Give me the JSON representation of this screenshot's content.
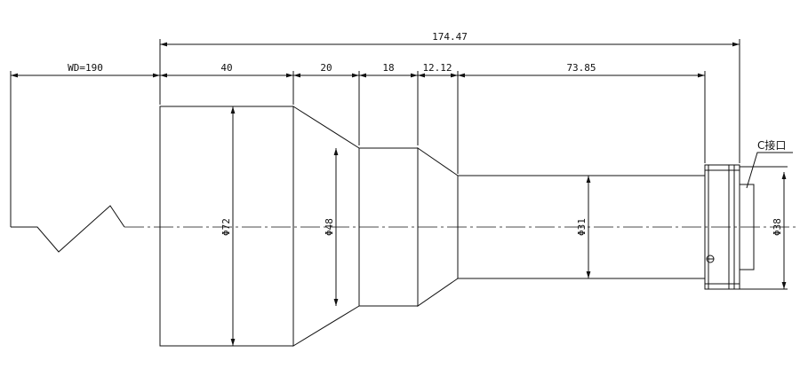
{
  "drawing": {
    "line_color": "#111111",
    "background": "#ffffff"
  },
  "dimensions": {
    "overall": "174.47",
    "working_distance": "WD=190",
    "seg_1": "40",
    "seg_2": "20",
    "seg_3": "18",
    "seg_4": "12.12",
    "seg_5": "73.85"
  },
  "diameters": {
    "d1": "Φ72",
    "d2": "Φ48",
    "d3": "Φ31",
    "d4": "Φ38"
  },
  "callouts": {
    "mount": "C接口"
  }
}
